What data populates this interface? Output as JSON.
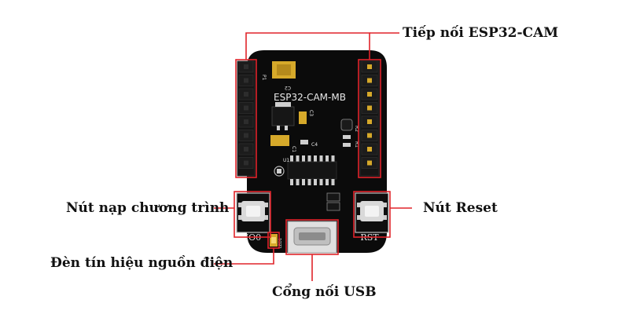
{
  "diagram": {
    "labels": {
      "connector": "Tiếp nối ESP32-CAM",
      "program_button": "Nút nạp chương trình",
      "reset_button": "Nút Reset",
      "power_led": "Đèn tín hiệu nguồn điện",
      "usb_port": "Cổng nối USB"
    },
    "board": {
      "name": "ESP32-CAM-MB",
      "button_io0": "IO0",
      "button_rst": "RST",
      "silk": {
        "p1": "P1",
        "c2": "C2",
        "c3": "C3",
        "c1": "C1",
        "c4": "C4",
        "r2": "R2",
        "r1": "R1",
        "u1": "U1",
        "led": "LED1"
      }
    },
    "colors": {
      "pcb": "#0b0b0b",
      "callout": "#e0242a",
      "gold": "#d6a92a",
      "header": "#151515"
    }
  }
}
